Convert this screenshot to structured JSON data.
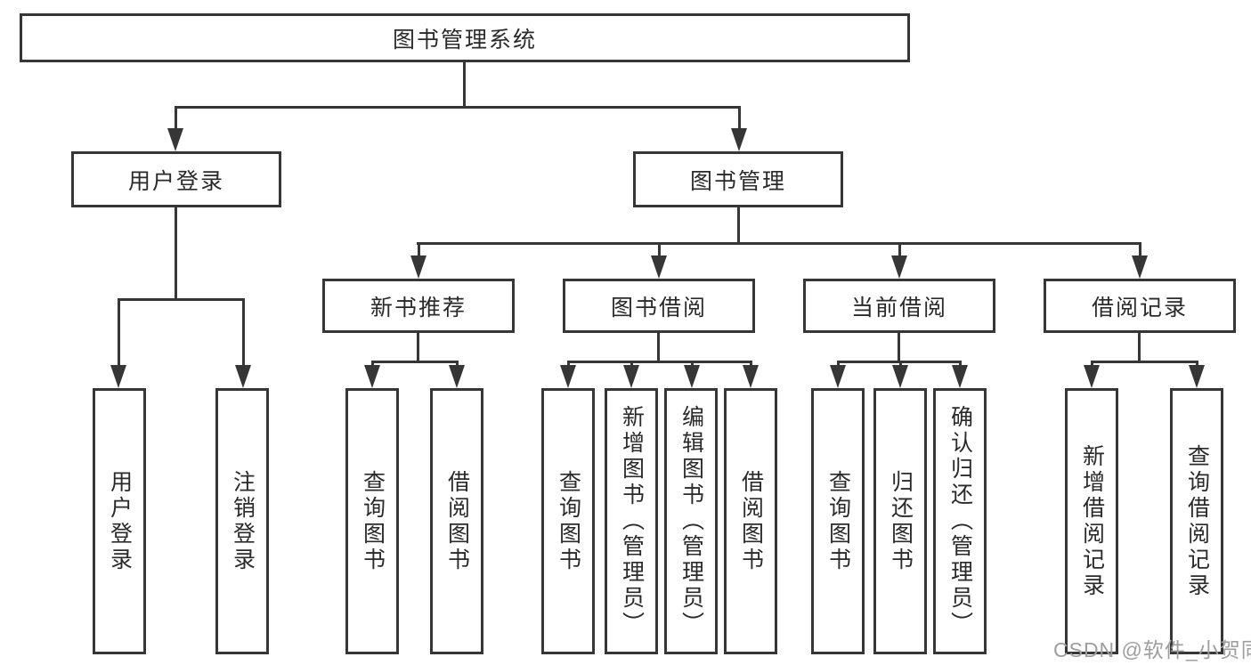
{
  "diagram": {
    "type": "tree",
    "root": {
      "label": "图书管理系统"
    },
    "branches": {
      "login": {
        "label": "用户登录",
        "children": {
          "user_login": {
            "label": "用户登录"
          },
          "logout": {
            "label": "注销登录"
          }
        }
      },
      "manage": {
        "label": "图书管理",
        "children": {
          "recommend": {
            "label": "新书推荐",
            "children": {
              "query_books": {
                "label": "查询图书"
              },
              "borrow_books": {
                "label": "借阅图书"
              }
            }
          },
          "borrowing": {
            "label": "图书借阅",
            "children": {
              "query_books": {
                "label": "查询图书"
              },
              "add_books": {
                "label": "新增图书（管理员）"
              },
              "edit_books": {
                "label": "编辑图书（管理员）"
              },
              "borrow_books": {
                "label": "借阅图书"
              }
            }
          },
          "current": {
            "label": "当前借阅",
            "children": {
              "query_books": {
                "label": "查询图书"
              },
              "return_books": {
                "label": "归还图书"
              },
              "confirm_return": {
                "label": "确认归还（管理员）"
              }
            }
          },
          "records": {
            "label": "借阅记录",
            "children": {
              "add_record": {
                "label": "新增借阅记录"
              },
              "query_record": {
                "label": "查询借阅记录"
              }
            }
          }
        }
      }
    }
  },
  "watermark": {
    "text": "CSDN @软件_小贺同学",
    "color": "#9e9e9e"
  },
  "colors": {
    "line": "#363636",
    "text": "#2a2a2a",
    "background": "#ffffff"
  }
}
